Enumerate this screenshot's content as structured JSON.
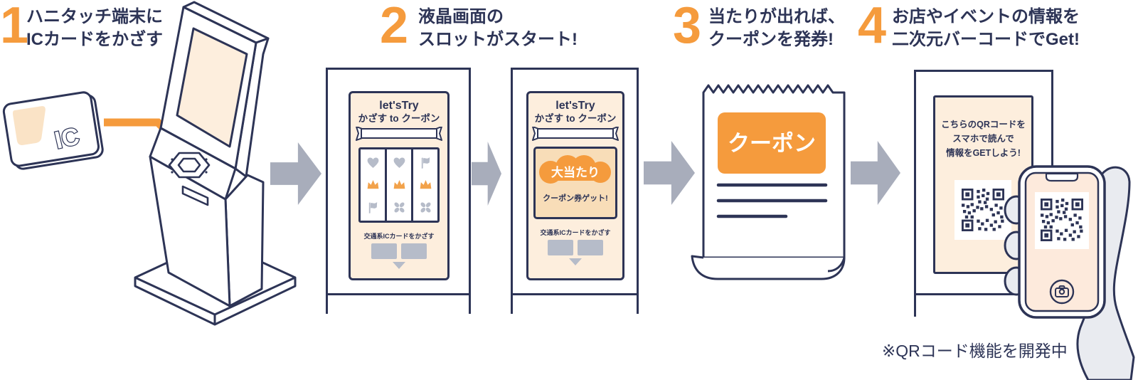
{
  "palette": {
    "navy": "#2d3456",
    "orange": "#f59b3d",
    "crown_orange": "#f2a24b",
    "screen_beige": "#fdeedd",
    "box_beige": "#f8ddb8",
    "arrow_gray": "#a8adbb",
    "symbol_gray": "#b6bcc9",
    "hand_gray": "#e9ebf0"
  },
  "steps": [
    {
      "number": "1",
      "lines": [
        "ハニタッチ端末に",
        "ICカードをかざす"
      ]
    },
    {
      "number": "2",
      "lines": [
        "液晶画面の",
        "スロットがスタート!"
      ]
    },
    {
      "number": "3",
      "lines": [
        "当たりが出れば、",
        "クーポンを発券!"
      ]
    },
    {
      "number": "4",
      "lines": [
        "お店やイベントの情報を",
        "二次元バーコードでGet!"
      ]
    }
  ],
  "ic_card": {
    "label": "IC"
  },
  "slot_screen": {
    "title1": "let'sTry",
    "title2": "かざす to クーポン",
    "footer": "交通系ICカードをかざす",
    "reels": [
      [
        "heart",
        "crown",
        "flag"
      ],
      [
        "heart",
        "crown",
        "clover"
      ],
      [
        "flag",
        "crown",
        "clover"
      ]
    ]
  },
  "win_screen": {
    "title1": "let'sTry",
    "title2": "かざす to クーポン",
    "win_label": "大当たり",
    "win_sub": "クーポン券ゲット!",
    "footer": "交通系ICカードをかざす"
  },
  "receipt": {
    "label": "クーポン"
  },
  "qr_panel": {
    "lines": [
      "こちらのQRコードを",
      "スマホで読んで",
      "情報をGETしよう!"
    ]
  },
  "footnote": "※QRコード機能を開発中"
}
